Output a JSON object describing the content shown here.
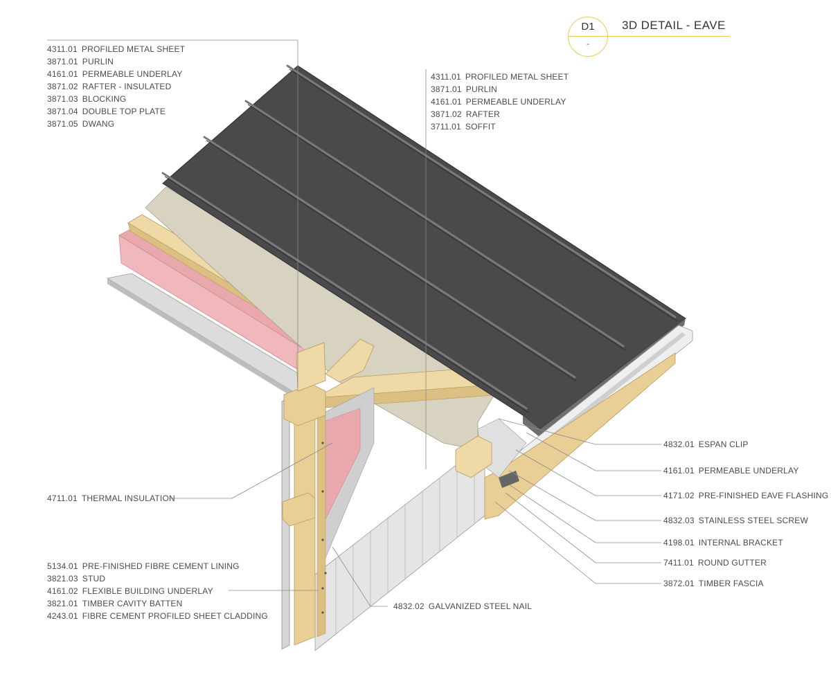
{
  "title": {
    "id": "D1",
    "sub": "-",
    "text": "3D DETAIL - EAVE"
  },
  "labels_top_left": [
    {
      "code": "4311.01",
      "text": "PROFILED METAL SHEET"
    },
    {
      "code": "3871.01",
      "text": "PURLIN"
    },
    {
      "code": "4161.01",
      "text": "PERMEABLE UNDERLAY"
    },
    {
      "code": "3871.02",
      "text": "RAFTER - INSULATED"
    },
    {
      "code": "3871.03",
      "text": "BLOCKING"
    },
    {
      "code": "3871.04",
      "text": "DOUBLE TOP PLATE"
    },
    {
      "code": "3871.05",
      "text": "DWANG"
    }
  ],
  "labels_top_mid": [
    {
      "code": "4311.01",
      "text": "PROFILED METAL SHEET"
    },
    {
      "code": "3871.01",
      "text": "PURLIN"
    },
    {
      "code": "4161.01",
      "text": "PERMEABLE UNDERLAY"
    },
    {
      "code": "3871.02",
      "text": "RAFTER"
    },
    {
      "code": "3711.01",
      "text": "SOFFIT"
    }
  ],
  "labels_right": [
    {
      "code": "4832.01",
      "text": "ESPAN CLIP"
    },
    {
      "code": "4161.01",
      "text": "PERMEABLE UNDERLAY"
    },
    {
      "code": "4171.02",
      "text": "PRE-FINISHED EAVE FLASHING"
    },
    {
      "code": "4832.03",
      "text": "STAINLESS STEEL SCREW"
    },
    {
      "code": "4198.01",
      "text": "INTERNAL BRACKET"
    },
    {
      "code": "7411.01",
      "text": "ROUND GUTTER"
    },
    {
      "code": "3872.01",
      "text": "TIMBER FASCIA"
    }
  ],
  "label_insulation": {
    "code": "4711.01",
    "text": "THERMAL INSULATION"
  },
  "labels_bottom_left": [
    {
      "code": "5134.01",
      "text": "PRE-FINISHED FIBRE CEMENT LINING"
    },
    {
      "code": "3821.03",
      "text": "STUD"
    },
    {
      "code": "4161.02",
      "text": "FLEXIBLE BUILDING UNDERLAY"
    },
    {
      "code": "3821.01",
      "text": "TIMBER CAVITY BATTEN"
    },
    {
      "code": "4243.01",
      "text": "FIBRE CEMENT PROFILED SHEET CLADDING"
    }
  ],
  "label_nail": {
    "code": "4832.02",
    "text": "GALVANIZED STEEL NAIL"
  },
  "colors": {
    "roof": "#4a4a4c",
    "roof_edge": "#2e2e30",
    "rib": "#6b6b6e",
    "underlay": "#d6d0bf",
    "insulation": "#e9a9ad",
    "timber": "#e8cf96",
    "timber_dark": "#d4b574",
    "lining": "#d9d9d9",
    "cladding": "#e6e6e6",
    "gutter": "#eeeeee",
    "leader": "#8a8a8a",
    "accent": "#e8c95a"
  }
}
